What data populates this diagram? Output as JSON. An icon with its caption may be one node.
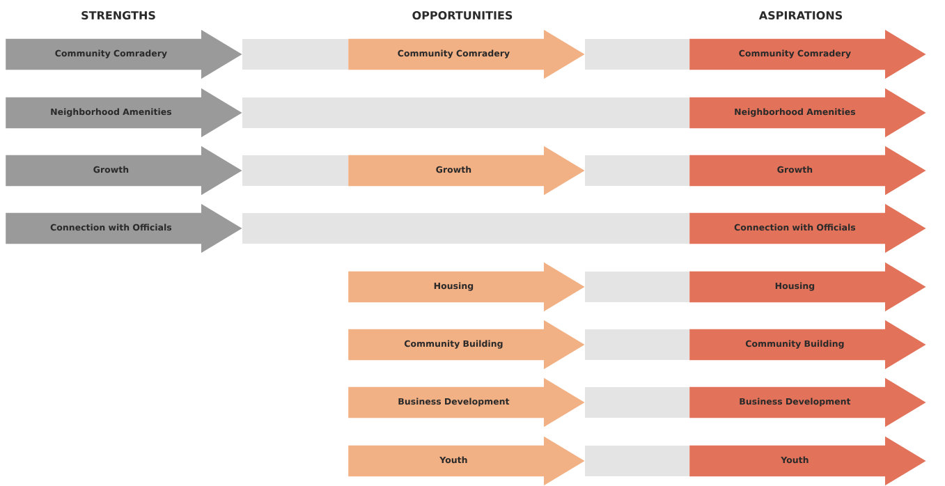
{
  "diagram": {
    "nodes": [
      {
        "text": [
          "Community Comradery"
        ]
      },
      {
        "text": [
          "Community Comradery"
        ]
      },
      {
        "text": [
          "Community Comradery"
        ]
      },
      {
        "text": [
          "Neighborhood Amenities"
        ]
      },
      {
        "text": [
          "Neighborhood Amenities"
        ]
      },
      {
        "text": [
          "Growth"
        ]
      },
      {
        "text": [
          "Growth"
        ]
      },
      {
        "text": [
          "Growth"
        ]
      },
      {
        "text": [
          "Connection with Officials"
        ]
      },
      {
        "text": [
          "Connection with Officials"
        ]
      },
      {
        "text": [
          "Housing"
        ]
      },
      {
        "text": [
          "Housing"
        ]
      },
      {
        "text": [
          "Community Building"
        ]
      },
      {
        "text": [
          "Community Building"
        ]
      },
      {
        "text": [
          "Business Development"
        ]
      },
      {
        "text": [
          "Business Development"
        ]
      },
      {
        "text": [
          "Youth"
        ]
      },
      {
        "text": [
          "Youth"
        ]
      }
    ],
    "edges": [
      {
        "from": 0,
        "to": 1,
        "arrow": "none"
      },
      {
        "from": 1,
        "to": 2,
        "arrow": "none"
      },
      {
        "from": 3,
        "to": 4,
        "arrow": "none"
      },
      {
        "from": 5,
        "to": 6,
        "arrow": "none"
      },
      {
        "from": 6,
        "to": 7,
        "arrow": "none"
      },
      {
        "from": 8,
        "to": 9,
        "arrow": "none"
      },
      {
        "from": 10,
        "to": 11,
        "arrow": "none"
      },
      {
        "from": 12,
        "to": 13,
        "arrow": "none"
      },
      {
        "from": 14,
        "to": 15,
        "arrow": "none"
      },
      {
        "from": 16,
        "to": 17,
        "arrow": "none"
      }
    ],
    "labels": [
      "STRENGTHS",
      "OPPORTUNITIES",
      "ASPIRATIONS"
    ]
  }
}
